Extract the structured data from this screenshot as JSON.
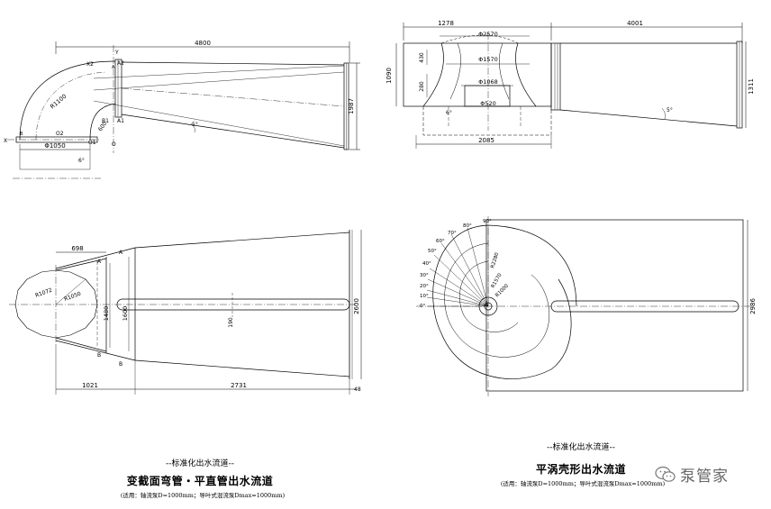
{
  "diagrams": {
    "elbow_elevation": {
      "overall_length": "4800",
      "outlet_height": "1987",
      "inlet_diameter": "Φ1050",
      "bend_radius": "R1100",
      "angle": "6°",
      "cone_angle": "5°",
      "axis_y": "Y",
      "axis_x": "X",
      "pt_o": "O",
      "pt_o1": "O1",
      "pt_o2": "O2",
      "pt_x2": "X2",
      "pt_a1": "A1",
      "pt_a2": "A2",
      "pt_a3": "A",
      "pt_b1": "B1",
      "pt_b2": "B",
      "dim_small": "600"
    },
    "volute_elevation": {
      "dim_left": "1278",
      "dim_right": "4001",
      "height_left": "1090",
      "height_right": "1311",
      "dim_430": "430",
      "dim_280": "280",
      "dia_2570": "Φ2570",
      "dia_1570": "Φ1570",
      "dia_1068": "Φ1068",
      "dia_520": "Φ520",
      "bottom_width": "2085",
      "angle_a": "6°",
      "angle_b": "5°"
    },
    "elbow_plan": {
      "dim_698": "698",
      "dim_1021": "1021",
      "dim_2731": "2731",
      "dim_48": "48",
      "width_2600": "2600",
      "width_1600": "1600",
      "width_1480": "1480",
      "slot_label": "190",
      "r_1072": "R1072",
      "r_1050": "R1050",
      "sec_a": "A",
      "sec_b": "B"
    },
    "volute_plan": {
      "width": "2986",
      "angles": [
        "0°",
        "10°",
        "20°",
        "30°",
        "40°",
        "50°",
        "60°",
        "70°",
        "80°",
        "90°"
      ],
      "r_2280": "R2280",
      "r_1570": "R1570",
      "r_1000": "R1000"
    }
  },
  "captions": {
    "left_standard": "--标准化出水流道--",
    "left_title": "变截面弯管・平直管出水流道",
    "left_note": "(适用：轴流泵D=1000mm；导叶式混流泵Dmax=1000mm)",
    "right_standard": "--标准化出水流道--",
    "right_title": "平涡壳形出水流道",
    "right_note": "(适用：轴流泵D=1000mm；导叶式混流泵Dmax=1000mm)"
  },
  "watermark": {
    "text": "泵管家",
    "icon": "wechat-icon"
  }
}
